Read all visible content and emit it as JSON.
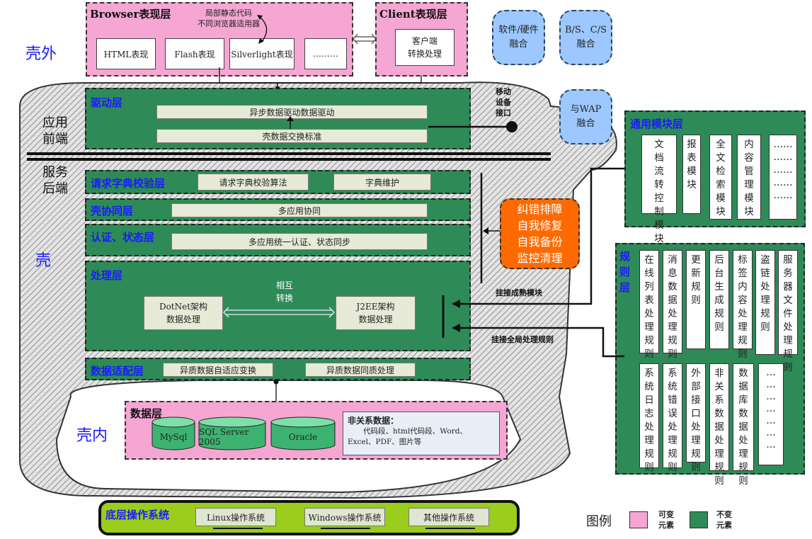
{
  "outer_label": "壳外",
  "shell_label": "壳",
  "inner_label": "壳内",
  "frontend_label": "应用\n前端",
  "backend_label": "服务\n后端",
  "browser": {
    "title": "Browser表现层",
    "note": "局部静态代码\n不同浏览器适用器",
    "items": [
      "HTML表现",
      "Flash表现",
      "Silverlight表现",
      "………"
    ]
  },
  "client": {
    "title": "Client表现层",
    "item": "客户端\n转换处理"
  },
  "clouds": [
    "软件/硬件\n融合",
    "B/S、C/S\n融合",
    "与WAP\n融合"
  ],
  "mobile_label": "移动\n设备\n接口",
  "drive": {
    "title": "驱动层",
    "bar1": "异步数据驱动数据驱动",
    "bar2": "壳数据交换标准"
  },
  "dict": {
    "title": "请求字典校验层",
    "a": "请求字典校验算法",
    "b": "字典维护"
  },
  "collab": {
    "title": "壳协同层",
    "bar": "多应用协同"
  },
  "auth": {
    "title": "认证、状态层",
    "bar": "多应用统一认证、状态同步"
  },
  "process": {
    "title": "处理层",
    "mutual": "相互\n转换",
    "left": "DotNet架构\n数据处理",
    "right": "J2EE架构\n数据处理"
  },
  "adapter": {
    "title": "数据适配层",
    "a": "异质数据自适应变换",
    "b": "异质数据同质处理"
  },
  "data_layer": {
    "title": "数据层",
    "dbs": [
      "MySql",
      "SQL Server 2005",
      "Oracle"
    ],
    "nonrel_title": "非关系数据：",
    "nonrel_text": "代码段、html代码段、Word、Excel、PDF、图片等"
  },
  "orange_box": "纠错排障\n自我修复\n自我备份\n监控清理",
  "mature_label": "挂接成熟模块",
  "global_label": "挂接全局处理规则",
  "general": {
    "title": "通用模块层",
    "items": [
      "文档流转控制模块",
      "报表模块",
      "全文检索模块",
      "内容管理模块",
      "……\n……\n……\n……\n……"
    ]
  },
  "rules": {
    "title": "规\n则\n层",
    "row1": [
      "在线列表处理规则",
      "消息数据处理规则",
      "更新规则",
      "后台生成规则",
      "标签内容处理规则",
      "盗链处理规则",
      "服务器文件处理规则"
    ],
    "row2": [
      "系统日志处理规则",
      "系统错误处理规则",
      "外部接口处理规则",
      "非关系数据处理规则",
      "数据库数据处理规则",
      "…\n…\n…\n…\n…\n…\n…"
    ]
  },
  "os": {
    "title": "底层操作系统",
    "items": [
      "Linux操作系统",
      "Windows操作系统",
      "其他操作系统"
    ]
  },
  "legend": {
    "title": "图例",
    "variable": "可变\n元素",
    "invariant": "不变\n元素",
    "variable_color": "#f6a6d3",
    "invariant_color": "#2e8b57"
  }
}
